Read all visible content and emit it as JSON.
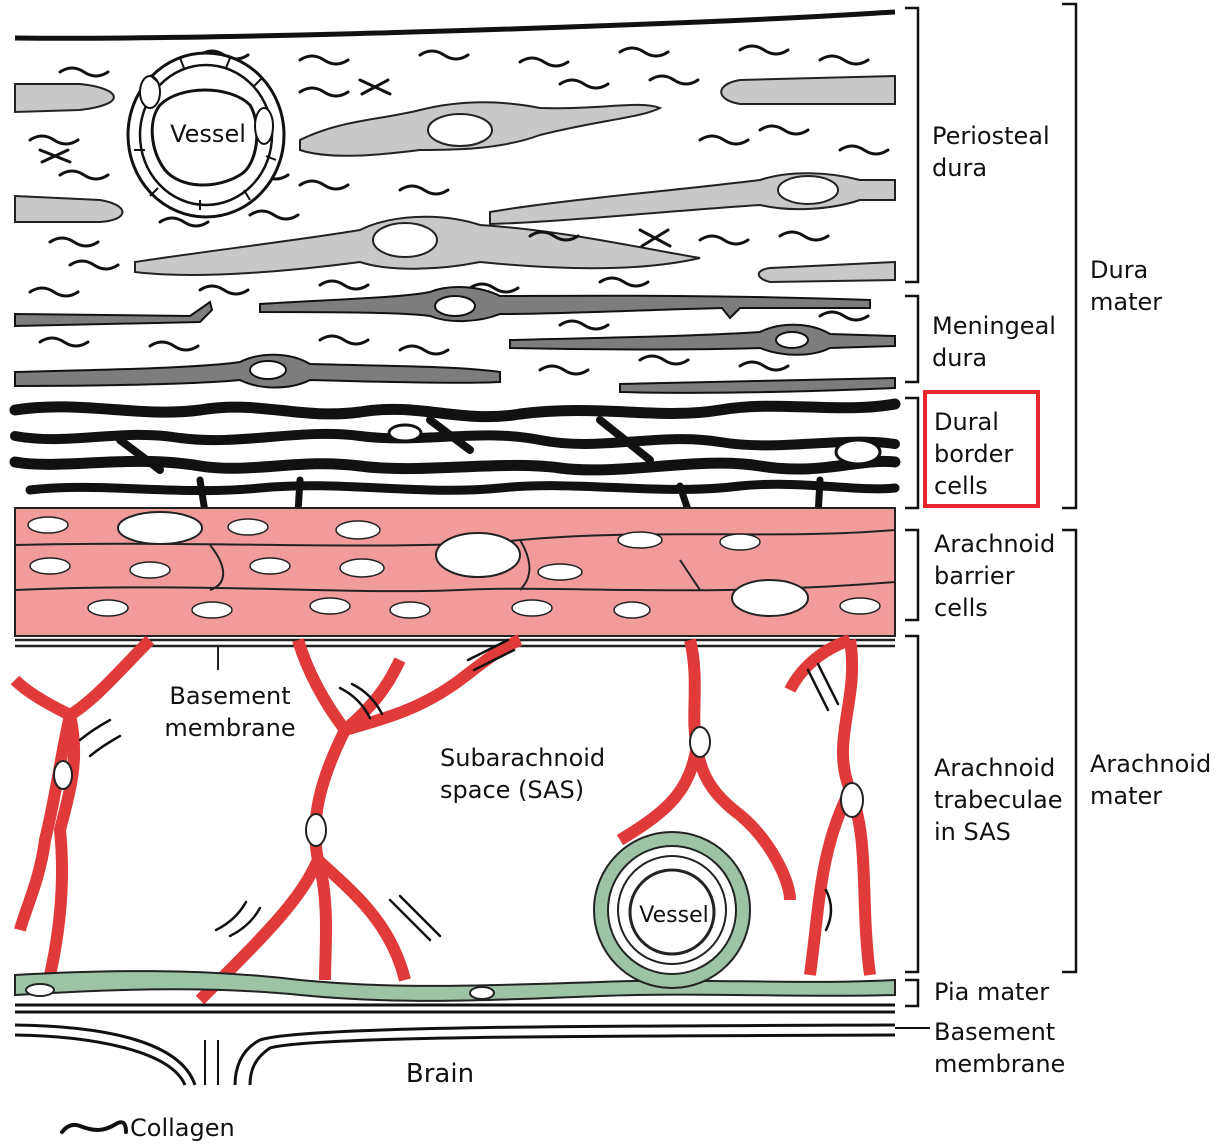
{
  "layers": {
    "periosteal": [
      "Periosteal",
      "dura"
    ],
    "meningeal": [
      "Meningeal",
      "dura"
    ],
    "dural_border": [
      "Dural",
      "border",
      "cells"
    ],
    "arachnoid_barrier": [
      "Arachnoid",
      "barrier",
      "cells"
    ],
    "trabeculae": [
      "Arachnoid",
      "trabeculae",
      "in SAS"
    ],
    "pia": "Pia mater",
    "basement_lower": [
      "Basement",
      "membrane"
    ]
  },
  "groups": {
    "dura_mater": [
      "Dura",
      "mater"
    ],
    "arachnoid_mater": [
      "Arachnoid",
      "mater"
    ]
  },
  "inline": {
    "vessel_top": "Vessel",
    "vessel_bottom": "Vessel",
    "basement_upper": [
      "Basement",
      "membrane"
    ],
    "sas": [
      "Subarachnoid",
      "space (SAS)"
    ],
    "brain": "Brain"
  },
  "legend": {
    "collagen": "Collagen"
  },
  "colors": {
    "highlight": "#e8262d",
    "arachnoid_fill": "#f29b9b",
    "trabeculae": "#e03a3a",
    "pia": "#9cc3a6",
    "dura_gray": "#c8c8c8",
    "meningeal_gray": "#7d7d7d"
  }
}
